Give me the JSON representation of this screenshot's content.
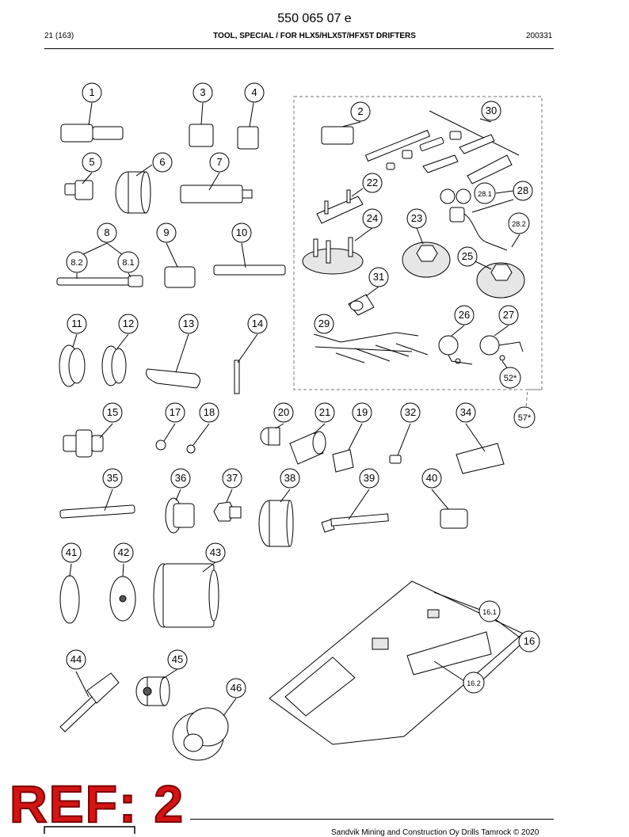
{
  "header": {
    "doc_number": "550 065 07 e",
    "page_ref": "21 (163)",
    "title": "TOOL, SPECIAL / FOR HLX5/HLX5T/HFX5T DRIFTERS",
    "date_code": "200331"
  },
  "callouts": [
    {
      "id": "c1",
      "label": "1"
    },
    {
      "id": "c3",
      "label": "3"
    },
    {
      "id": "c4",
      "label": "4"
    },
    {
      "id": "c2",
      "label": "2"
    },
    {
      "id": "c30",
      "label": "30"
    },
    {
      "id": "c5",
      "label": "5"
    },
    {
      "id": "c6",
      "label": "6"
    },
    {
      "id": "c7",
      "label": "7"
    },
    {
      "id": "c22",
      "label": "22"
    },
    {
      "id": "c28-1",
      "label": "28.1"
    },
    {
      "id": "c28",
      "label": "28"
    },
    {
      "id": "c24",
      "label": "24"
    },
    {
      "id": "c23",
      "label": "23"
    },
    {
      "id": "c28-2",
      "label": "28.2"
    },
    {
      "id": "c8",
      "label": "8"
    },
    {
      "id": "c9",
      "label": "9"
    },
    {
      "id": "c10",
      "label": "10"
    },
    {
      "id": "c8-2",
      "label": "8.2"
    },
    {
      "id": "c8-1",
      "label": "8.1"
    },
    {
      "id": "c25",
      "label": "25"
    },
    {
      "id": "c31",
      "label": "31"
    },
    {
      "id": "c11",
      "label": "11"
    },
    {
      "id": "c12",
      "label": "12"
    },
    {
      "id": "c13",
      "label": "13"
    },
    {
      "id": "c14",
      "label": "14"
    },
    {
      "id": "c29",
      "label": "29"
    },
    {
      "id": "c26",
      "label": "26"
    },
    {
      "id": "c27",
      "label": "27"
    },
    {
      "id": "c52",
      "label": "52*"
    },
    {
      "id": "c15",
      "label": "15"
    },
    {
      "id": "c17",
      "label": "17"
    },
    {
      "id": "c18",
      "label": "18"
    },
    {
      "id": "c20",
      "label": "20"
    },
    {
      "id": "c21",
      "label": "21"
    },
    {
      "id": "c19",
      "label": "19"
    },
    {
      "id": "c32",
      "label": "32"
    },
    {
      "id": "c34",
      "label": "34"
    },
    {
      "id": "c57",
      "label": "57*"
    },
    {
      "id": "c35",
      "label": "35"
    },
    {
      "id": "c36",
      "label": "36"
    },
    {
      "id": "c37",
      "label": "37"
    },
    {
      "id": "c38",
      "label": "38"
    },
    {
      "id": "c39",
      "label": "39"
    },
    {
      "id": "c40",
      "label": "40"
    },
    {
      "id": "c41",
      "label": "41"
    },
    {
      "id": "c42",
      "label": "42"
    },
    {
      "id": "c43",
      "label": "43"
    },
    {
      "id": "c16-1",
      "label": "16.1"
    },
    {
      "id": "c16",
      "label": "16"
    },
    {
      "id": "c16-2",
      "label": "16.2"
    },
    {
      "id": "c44",
      "label": "44"
    },
    {
      "id": "c45",
      "label": "45"
    },
    {
      "id": "c46",
      "label": "46"
    }
  ],
  "stamp": {
    "text": "REF: 2",
    "color": "#d41414"
  },
  "footer": {
    "copyright": "Sandvik Mining and Construction Oy Drills Tamrock © 2020"
  }
}
